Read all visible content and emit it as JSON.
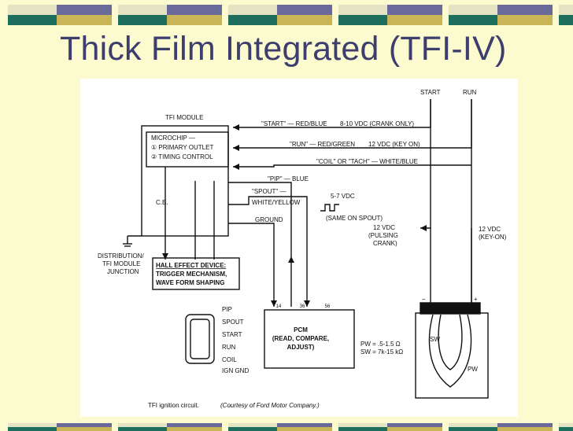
{
  "slide": {
    "title": "Thick Film Integrated (TFI-IV)",
    "colors": {
      "background": "#fbfbcf",
      "title": "#3e3e6e",
      "band_teal": "#1e6e5e",
      "band_gold": "#c9b458",
      "band_slate": "#6a6a9a",
      "band_pale": "#e4e4c4"
    }
  },
  "diagram": {
    "tfi_module": "TFI MODULE",
    "microchip": "MICROCHIP —",
    "primary_outlet": "① PRIMARY OUTLET",
    "timing_control": "② TIMING CONTROL",
    "cb": "C.B.",
    "start": "START",
    "run": "RUN",
    "start_wire": "\"START\" — RED/BLUE",
    "start_volts": "8-10 VDC (CRANK ONLY)",
    "run_wire": "\"RUN\" — RED/GREEN",
    "run_volts": "12 VDC (KEY ON)",
    "coil_wire": "\"COIL\" OR \"TACH\" — WHITE/BLUE",
    "pip_wire": "\"PIP\" — BLUE",
    "spout_wire": "\"SPOUT\" —",
    "spout_color": "WHITE/YELLOW",
    "ground": "GROUND",
    "pip_volts": "5-7 VDC",
    "same_on_spout": "(SAME ON SPOUT)",
    "pulsing_1": "12 VDC",
    "pulsing_2": "(PULSING",
    "pulsing_3": "CRANK)",
    "keyon_1": "12 VDC",
    "keyon_2": "(KEY-ON)",
    "dist_1": "DISTRIBUTION/",
    "dist_2": "TFI MODULE",
    "dist_3": "JUNCTION",
    "hall_1": "HALL EFFECT DEVICE:",
    "hall_2": "TRIGGER MECHANISM,",
    "hall_3": "WAVE FORM SHAPING",
    "pins": [
      "PIP",
      "SPOUT",
      "START",
      "RUN",
      "COIL",
      "IGN GND"
    ],
    "pcm_1": "PCM",
    "pcm_2": "(READ, COMPARE,",
    "pcm_3": "ADJUST)",
    "pcm_pin_a": "14",
    "pcm_pin_b": "36",
    "pcm_pin_c": "56",
    "minus": "−",
    "plus": "+",
    "sw": "SW",
    "pw": "PW",
    "pw_spec": "PW  =  .5-1.5 Ω",
    "sw_spec": "SW  =  7k-15 kΩ",
    "caption": "TFI ignition circuit.",
    "credit": "(Courtesy of Ford Motor Company.)"
  }
}
